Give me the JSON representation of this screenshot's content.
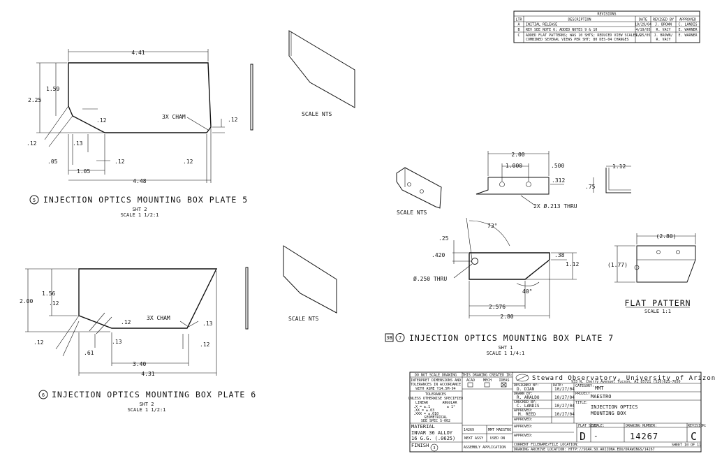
{
  "revisions": {
    "title": "REVISIONS",
    "headers": [
      "LTR",
      "DESCRIPTION",
      "DATE",
      "REVISED BY",
      "APPROVED"
    ],
    "rows": [
      [
        "A",
        "INITIAL RELEASE",
        "10/29/04",
        "J. BROWN",
        "C. LANDIS"
      ],
      [
        "B",
        "REV SEE NOTE 6; ADDED NOTES 9 & 10",
        "4/19/05",
        "R. VACY",
        "E. WARNER"
      ],
      [
        "C",
        "ADDED FLAT PATTERNS; WAS 10 SHTS; REDUCED VIEW SCALES &",
        "6/25/05",
        "J. BROWN/",
        "E. WARNER"
      ],
      [
        "",
        "COMBINED SEVERAL VIEWS PER SHT; 80 DES-04 CHANGES",
        "",
        "R. VACY",
        ""
      ]
    ]
  },
  "plate5": {
    "title": "INJECTION OPTICS MOUNTING BOX PLATE 5",
    "number": "5",
    "sht": "SHT 2",
    "scale": "SCALE 1 1/2:1",
    "iso_note": "SCALE NTS",
    "dims": {
      "top": "4.41",
      "bottom": "4.48",
      "h1": "1.59",
      "h2": "2.25",
      "cham": "3X CHAM",
      "c12a": ".12",
      "c12b": ".12",
      "c12c": ".12",
      "c12d": ".12",
      "c12e": ".12",
      "c13": ".13",
      "c05": ".05",
      "c105": "1.05"
    }
  },
  "plate6": {
    "title": "INJECTION OPTICS MOUNTING BOX PLATE 6",
    "number": "6",
    "sht": "SHT 2",
    "scale": "SCALE 1 1/2:1",
    "iso_note": "SCALE NTS",
    "dims": {
      "bottom": "4.31",
      "inner": "3.40",
      "h1": "1.56",
      "h2": "2.00",
      "cham": "3X CHAM",
      "c12a": ".12",
      "c12b": ".12",
      "c12c": ".12",
      "c12d": ".12",
      "c13a": ".13",
      "c13b": ".13",
      "c61": ".61"
    }
  },
  "plate7": {
    "title": "INJECTION OPTICS MOUNTING BOX PLATE 7",
    "number": "7",
    "ref": "3B",
    "sht": "SHT 1",
    "scale": "SCALE 1 1/4:1",
    "iso_note": "SCALE NTS",
    "dims": {
      "w200": "2.00",
      "w1000": "1.000",
      "w500": ".500",
      "w312": ".312",
      "w75": ".75",
      "w112": "1.12",
      "holes": "2X Ø.213 THRU",
      "ang73": "73°",
      "d25": ".25",
      "d420": ".420",
      "hole250": "Ø.250 THRU",
      "d38": ".38",
      "d112": "1.12",
      "ang40": "40°",
      "d2576": "2.576",
      "d280": "2.80"
    },
    "flat": {
      "title": "FLAT PATTERN",
      "scale": "SCALE 1:1",
      "w": "(2.80)",
      "h": "(1.77)"
    }
  },
  "titleblock": {
    "donotscale": "DO NOT SCALE DRAWING",
    "interpret": [
      "INTERPRET DIMENSIONS AND",
      "TOLERANCES IN ACCORDANCE",
      "WITH ASME Y14.5M-94"
    ],
    "tolerances": "TOLERANCES",
    "unless": "UNLESS OTHERWISE SPECIFIED",
    "linear": "LINEAR",
    "angular": "ANGULAR",
    "tol_lines": [
      ".X  = ±.1",
      ".XX = ±.03",
      ".XXX = ±.010"
    ],
    "ang_tol": "± 1°",
    "geometrical": "GEOMETRICAL",
    "geospec": "SEE SPEC S-002",
    "created_in": "THIS DRAWING CREATED IN:",
    "created_opts": [
      "ACAD",
      "MECH",
      "IDEAS"
    ],
    "material_label": "MATERIAL",
    "material": [
      "INVAR 36 ALLOY",
      "16 G.G. (.0625)"
    ],
    "finish_label": "FINISH",
    "finish_num": "3",
    "part_no": "14269",
    "next_assy_val": "MMT MAESTRO",
    "next_assy": "NEXT ASSY",
    "used_on": "USED ON",
    "assembly": "ASSEMBLY APPLICATION",
    "company": "Steward Observatory, University of Arizona",
    "address": "933 N. Cherry Avenue, Tucson, AZ  85721   (520)621-7650",
    "designed_by_label": "DESIGNED BY:",
    "designed_by": "D. DIAN",
    "date_label": "DATE:",
    "date1": "10/27/04",
    "drawn_by_label": "DRAWN BY:",
    "drawn_by": "R. ARALDO",
    "date2": "10/27/04",
    "checked_label": "CHECKED BY:",
    "checked": "C. LANDIS",
    "date3": "10/27/04",
    "approved_label": "APPROVED:",
    "approved": "M. REED",
    "date4": "10/27/04",
    "approved2_label": "APPROVED:",
    "approved3_label": "APPROVED:",
    "category_label": "CATEGORY:",
    "category": "MMT",
    "project_label": "PROJECT:",
    "project": "MAESTRO",
    "title_label": "TITLE:",
    "title": [
      "INJECTION OPTICS",
      "MOUNTING BOX"
    ],
    "size_label": "FLAT SIZE",
    "size": "D",
    "scale_label": "SCALE:",
    "scale": "-",
    "dwg_label": "DRAWING NUMBER:",
    "dwg": "14267",
    "rev_label": "REVISION:",
    "rev": "C",
    "sheet": "SHEET 10 OF 11",
    "filename_label": "CURRENT FILENAME/FILE LOCATION:",
    "archive_label": "DRAWING ARCHIVE LOCATION: HTTP://SOAR.SO.ARIZONA.EDU/DRAWINGS/14267"
  }
}
